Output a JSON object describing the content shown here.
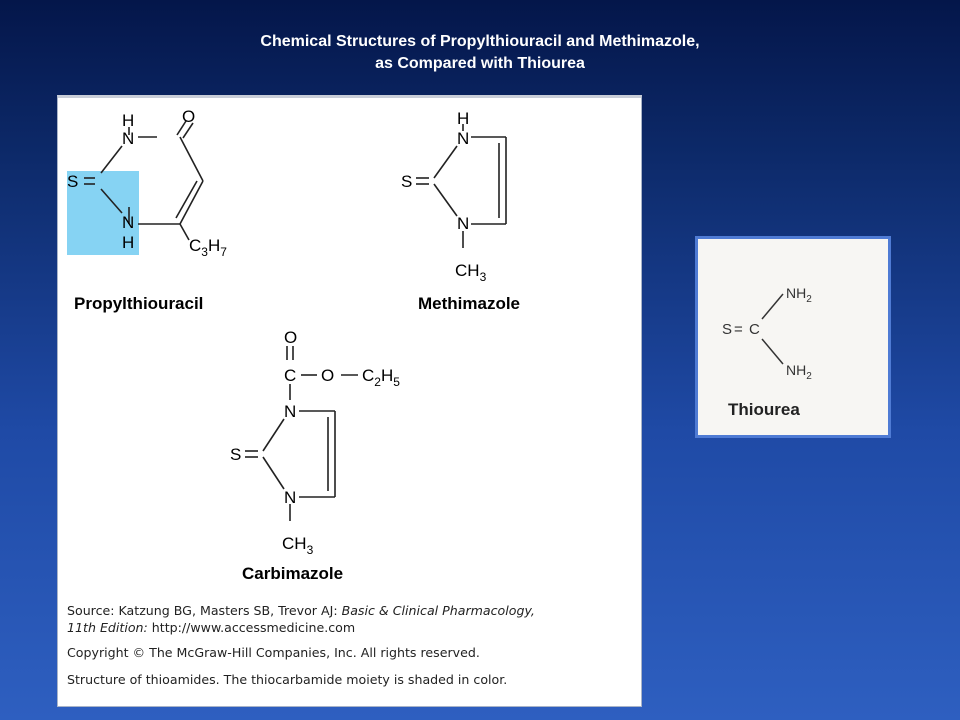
{
  "title": {
    "line1": "Chemical Structures of Propylthiouracil and Methimazole,",
    "line2": "as Compared with Thiourea"
  },
  "figure": {
    "colors": {
      "highlight": "#86d3f3",
      "bond": "#222222",
      "frame": "#4f7bd4"
    },
    "propylthiouracil": {
      "name": "Propylthiouracil",
      "atoms": {
        "h_top": "H",
        "o": "O",
        "n_top": "N",
        "s": "S",
        "n_bottom": "N",
        "h_bottom": "H",
        "c_main": "C",
        "c_sub": "3",
        "h_main": "H",
        "h_sub": "7"
      }
    },
    "methimazole": {
      "name": "Methimazole",
      "atoms": {
        "h_top": "H",
        "n_top": "N",
        "s": "S",
        "n_bottom": "N",
        "ch_main": "CH",
        "ch_sub": "3"
      }
    },
    "carbimazole": {
      "name": "Carbimazole",
      "atoms": {
        "o_top": "O",
        "c_carbonyl": "C",
        "o_ester": "O",
        "c_main": "C",
        "c_sub": "2",
        "h_main": "H",
        "h_sub": "5",
        "n_top": "N",
        "s": "S",
        "n_bottom": "N",
        "ch_main": "CH",
        "ch_sub": "3"
      }
    },
    "source": {
      "prefix": "Source: Katzung BG, Masters SB, Trevor AJ: ",
      "book": "Basic & Clinical Pharmacology,",
      "edition": "11th Edition:",
      "url": " http://www.accessmedicine.com"
    },
    "copyright": "Copyright © The McGraw-Hill Companies, Inc. All rights reserved.",
    "description": "Structure of thioamides. The thiocarbamide moiety is shaded in color."
  },
  "thiourea": {
    "name": "Thiourea",
    "atoms": {
      "s": "S",
      "eq": "=",
      "c": "C",
      "nh_top_main": "NH",
      "nh_top_sub": "2",
      "nh_bottom_main": "NH",
      "nh_bottom_sub": "2"
    }
  }
}
